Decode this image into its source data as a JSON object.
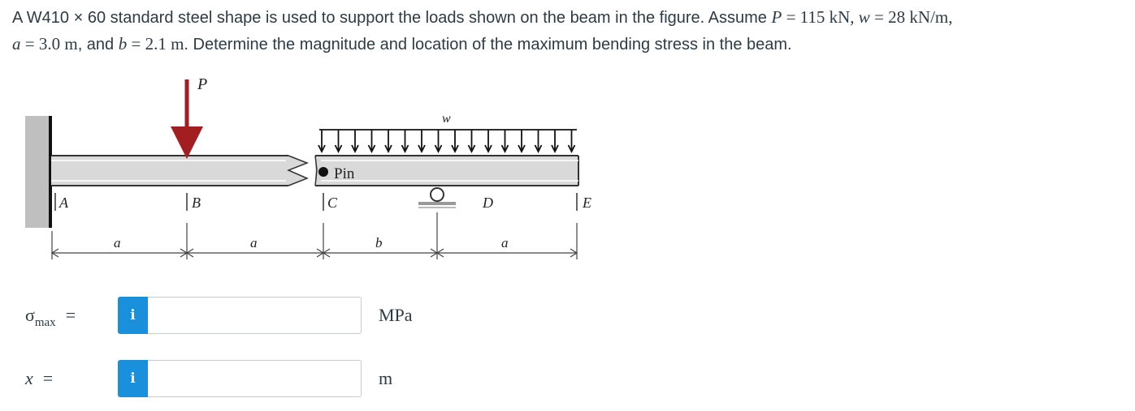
{
  "problem": {
    "t1": "A W410 × 60 standard steel shape is used to support the loads shown on the beam in the figure. Assume ",
    "P_sym": "P",
    "P_eq": " = 115 kN, ",
    "w_sym": "w",
    "w_eq": " = 28 kN/m,",
    "a_sym": "a",
    "a_eq": " = 3.0 m",
    "t2": ", and ",
    "b_sym": "b",
    "b_eq": " = 2.1 m",
    "t3": ". Determine the magnitude and location of the maximum bending stress in the beam."
  },
  "figure": {
    "load_P": "P",
    "load_w": "w",
    "pin_label": "Pin",
    "point_A": "A",
    "point_B": "B",
    "point_C": "C",
    "point_D": "D",
    "point_E": "E",
    "dim_1": "a",
    "dim_2": "a",
    "dim_3": "b",
    "dim_4": "a",
    "colors": {
      "load_arrow": "#a31e21",
      "beam_fill": "#d9d9d9",
      "wall": "#bfbfbf"
    }
  },
  "answers": [
    {
      "label": "σ",
      "sub": "max",
      "eq": "=",
      "info": "i",
      "value": "",
      "unit": "MPa"
    },
    {
      "label": "x",
      "sub": "",
      "eq": "=",
      "info": "i",
      "value": "",
      "unit": "m"
    }
  ],
  "icons": {
    "info": "info-icon"
  },
  "accent_color": "#1a8fdc"
}
